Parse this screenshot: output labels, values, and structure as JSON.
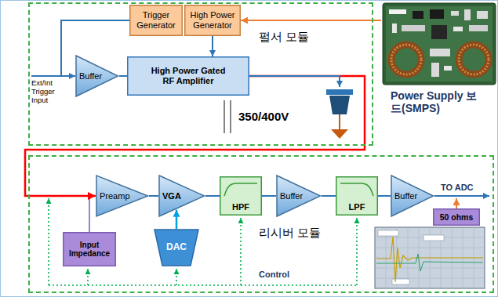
{
  "diagram": {
    "nodes": [
      {
        "text": [
          "펄서 모듈"
        ]
      },
      {
        "text": [
          "Trigger Generator"
        ],
        "in": 0
      },
      {
        "text": [
          "High Power Generator"
        ],
        "in": 0
      },
      {
        "text": [
          "Buffer"
        ],
        "in": 0
      },
      {
        "text": [
          "High Power Gated RF Amplifier"
        ],
        "in": 0
      },
      {
        "text": [
          "Power Supply 보드(SMPS)"
        ]
      },
      {
        "text": [
          "리시버 모듈"
        ]
      },
      {
        "text": [
          "Preamp"
        ],
        "in": 6
      },
      {
        "text": [
          "VGA"
        ],
        "in": 6
      },
      {
        "text": [
          "HPF"
        ],
        "in": 6
      },
      {
        "text": [
          "Buffer"
        ],
        "in": 6
      },
      {
        "text": [
          "LPF"
        ],
        "in": 6
      },
      {
        "text": [
          "Buffer"
        ],
        "in": 6
      },
      {
        "text": [
          "50 ohms"
        ],
        "in": 6
      },
      {
        "text": [
          "Input Impedance"
        ],
        "in": 6
      },
      {
        "text": [
          "DAC"
        ],
        "in": 6
      }
    ],
    "edges": [
      {
        "from": 1,
        "to": 3,
        "arrow": "to"
      },
      {
        "from": 3,
        "to": 4,
        "arrow": "none"
      },
      {
        "from": 2,
        "to": 4,
        "arrow": "to"
      },
      {
        "from": 5,
        "to": 2,
        "arrow": "to"
      },
      {
        "from": 4,
        "to": 7,
        "arrow": "to"
      },
      {
        "from": 7,
        "to": 8,
        "arrow": "none"
      },
      {
        "from": 8,
        "to": 9,
        "arrow": "none"
      },
      {
        "from": 9,
        "to": 10,
        "arrow": "none"
      },
      {
        "from": 10,
        "to": 11,
        "arrow": "none"
      },
      {
        "from": 11,
        "to": 12,
        "arrow": "none"
      },
      {
        "from": 15,
        "to": 8,
        "arrow": "to"
      },
      {
        "from": 14,
        "to": 7,
        "arrow": "none"
      }
    ],
    "labels": [
      "Ext/Int Trigger Input",
      "350/400V",
      "TO ADC",
      "Control"
    ]
  }
}
